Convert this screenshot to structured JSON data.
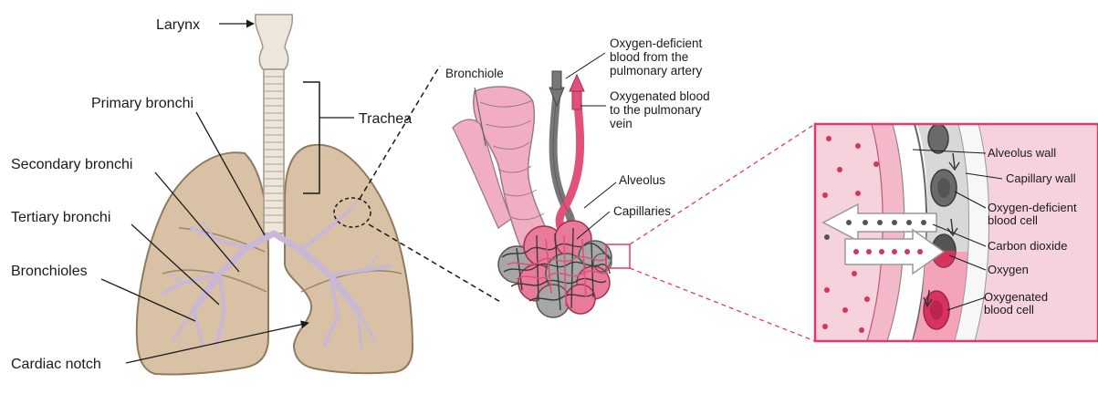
{
  "colors": {
    "lung_fill": "#d8c1a4",
    "lung_edge": "#8f7a5e",
    "bronchi": "#c8b7d6",
    "alveolus_pink": "#e87a9a",
    "capillary_red": "#e0527a",
    "capillary_gray": "#777777",
    "box_border": "#e33a6a",
    "cell_dark": "#555555",
    "cell_red": "#d8335e"
  },
  "left_panel": {
    "labels": {
      "larynx": "Larynx",
      "trachea": "Trachea",
      "primary_bronchi": "Primary bronchi",
      "secondary_bronchi": "Secondary bronchi",
      "tertiary_bronchi": "Tertiary bronchi",
      "bronchioles": "Bronchioles",
      "cardiac_notch": "Cardiac notch"
    }
  },
  "middle_panel": {
    "labels": {
      "bronchiole": "Bronchiole",
      "deficient_1": "Oxygen-deficient",
      "deficient_2": "blood from the",
      "deficient_3": "pulmonary artery",
      "oxygenated_1": "Oxygenated blood",
      "oxygenated_2": "to the pulmonary",
      "oxygenated_3": "vein",
      "alveolus": "Alveolus",
      "capillaries": "Capillaries"
    }
  },
  "right_panel": {
    "labels": {
      "alveolus_wall": "Alveolus wall",
      "capillary_wall": "Capillary wall",
      "deficient_cell_1": "Oxygen-deficient",
      "deficient_cell_2": "blood cell",
      "carbon_dioxide": "Carbon dioxide",
      "oxygen": "Oxygen",
      "oxygenated_cell_1": "Oxygenated",
      "oxygenated_cell_2": "blood cell"
    }
  }
}
